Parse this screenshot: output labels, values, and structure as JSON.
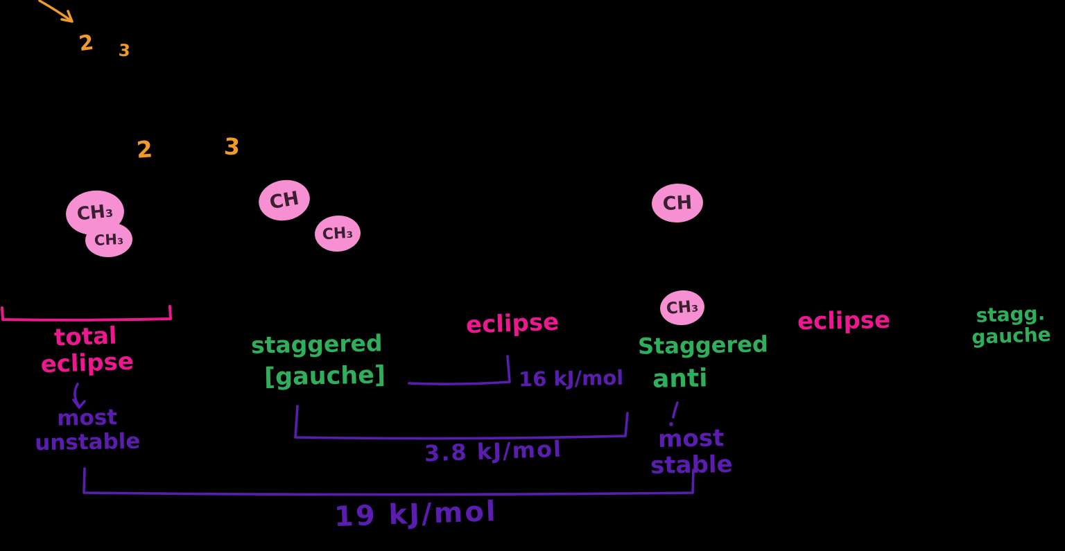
{
  "colors": {
    "background": "#000000",
    "orange": "#f09b28",
    "pink": "#ed1890",
    "green": "#2fae5b",
    "purple": "#5a1db0",
    "methyl_highlight": "#f690d3"
  },
  "carbon_numbers": {
    "top_2": "2",
    "top_3": "3",
    "mid_2": "2",
    "mid_3": "3"
  },
  "methyls": [
    {
      "label": "CH₃"
    },
    {
      "label": "CH₃"
    },
    {
      "label": "CH"
    },
    {
      "label": "CH₃"
    },
    {
      "label": "CH"
    },
    {
      "label": "CH₃"
    }
  ],
  "conformations": {
    "total_eclipse": {
      "line1": "total",
      "line2": "eclipse"
    },
    "staggered_gauche": {
      "line1": "staggered",
      "line2": "[gauche]"
    },
    "eclipse_1": "eclipse",
    "staggered_anti": {
      "line1": "Staggered",
      "line2": "anti"
    },
    "eclipse_2": "eclipse",
    "stagg_gauche": {
      "line1": "stagg.",
      "line2": "gauche"
    }
  },
  "stability": {
    "most_unstable": {
      "line1": "most",
      "line2": "unstable"
    },
    "most_stable": {
      "line1": "most",
      "line2": "stable"
    }
  },
  "energies": {
    "eclipse_vs_gauche": "16 kJ/mol",
    "gauche_vs_anti": "3.8 kJ/mol",
    "total_eclipse_vs_anti": "19 kJ/mol"
  }
}
